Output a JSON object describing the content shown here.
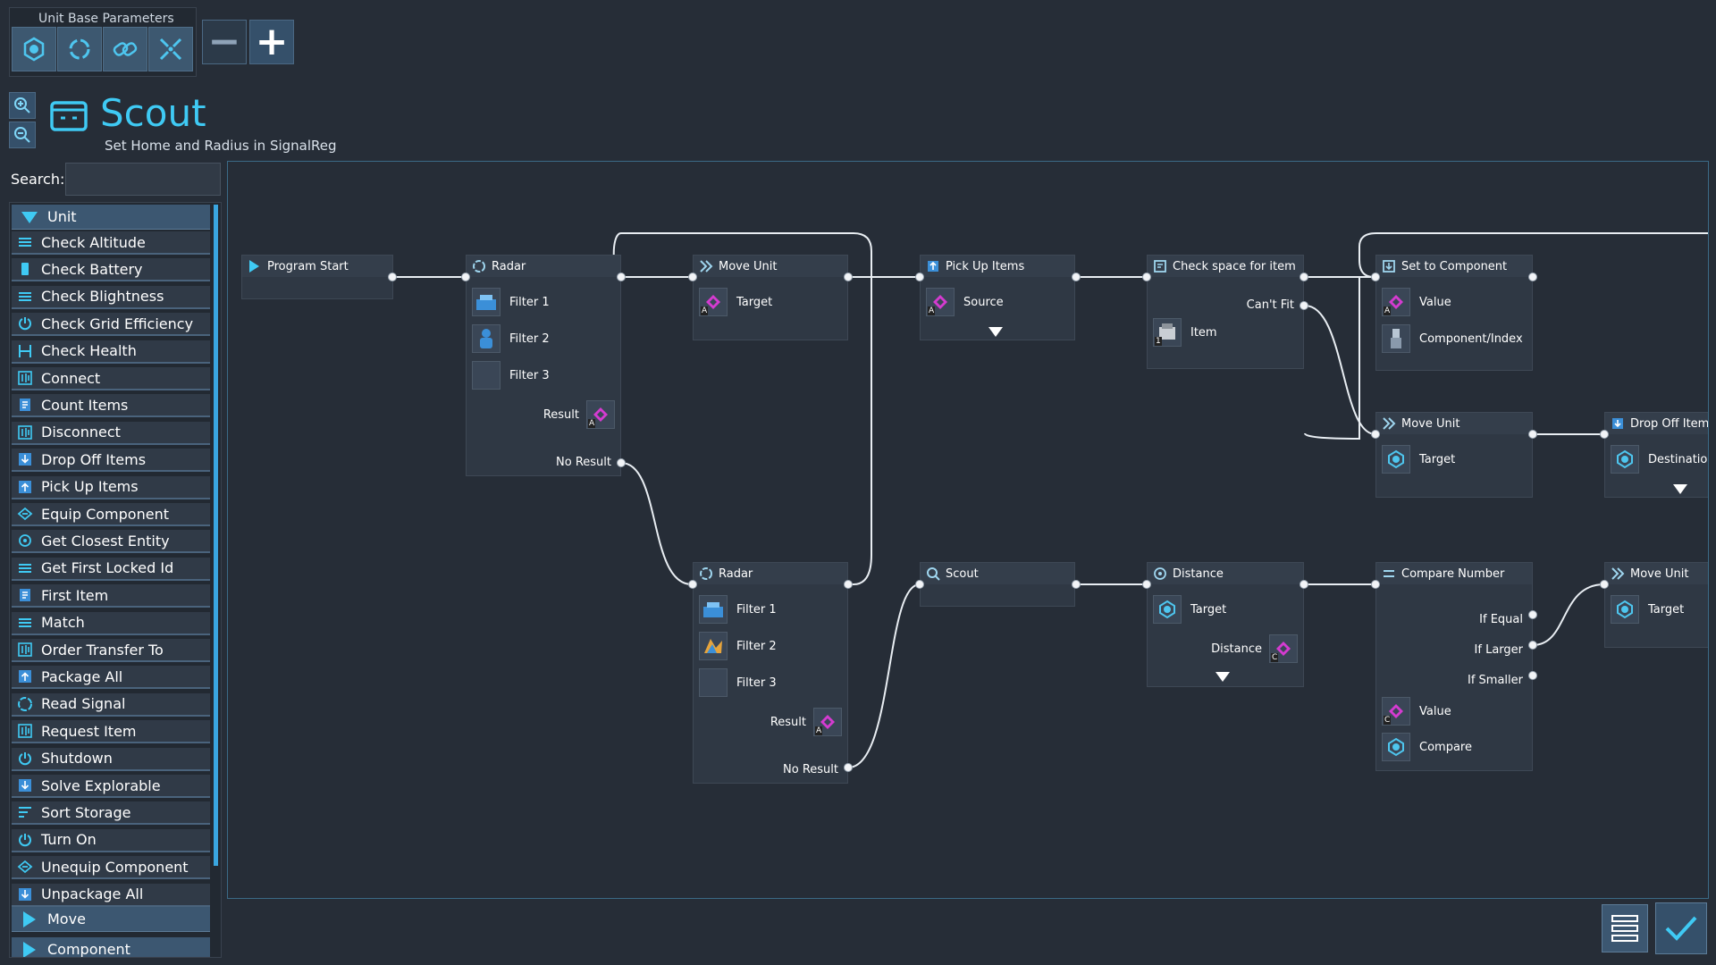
{
  "toolbar": {
    "label": "Unit Base Parameters",
    "icons": [
      "unit-icon",
      "refresh-icon",
      "link-icon",
      "shrink-icon"
    ],
    "minus_label": "−",
    "plus_label": "+"
  },
  "program": {
    "title": "Scout",
    "subtitle": "Set Home and Radius in SignalReg"
  },
  "search": {
    "label": "Search:",
    "value": ""
  },
  "sidebar": {
    "category_unit": "Unit",
    "category_move": "Move",
    "category_next": "Component",
    "items": [
      {
        "label": "Check Altitude",
        "icon": "lines-icon"
      },
      {
        "label": "Check Battery",
        "icon": "battery-icon"
      },
      {
        "label": "Check Blightness",
        "icon": "lines-icon"
      },
      {
        "label": "Check Grid Efficiency",
        "icon": "power-icon"
      },
      {
        "label": "Check Health",
        "icon": "health-icon"
      },
      {
        "label": "Connect",
        "icon": "connect-icon"
      },
      {
        "label": "Count Items",
        "icon": "count-icon"
      },
      {
        "label": "Disconnect",
        "icon": "connect-icon"
      },
      {
        "label": "Drop Off Items",
        "icon": "drop-icon"
      },
      {
        "label": "Pick Up Items",
        "icon": "pickup-icon"
      },
      {
        "label": "Equip Component",
        "icon": "equip-icon"
      },
      {
        "label": "Get Closest Entity",
        "icon": "closest-icon"
      },
      {
        "label": "Get First Locked Id",
        "icon": "lines-icon"
      },
      {
        "label": "First Item",
        "icon": "count-icon"
      },
      {
        "label": "Match",
        "icon": "lines-icon"
      },
      {
        "label": "Order Transfer To",
        "icon": "connect-icon"
      },
      {
        "label": "Package All",
        "icon": "pickup-icon"
      },
      {
        "label": "Read Signal",
        "icon": "radar-icon"
      },
      {
        "label": "Request Item",
        "icon": "connect-icon"
      },
      {
        "label": "Shutdown",
        "icon": "power-icon"
      },
      {
        "label": "Solve Explorable",
        "icon": "drop-icon"
      },
      {
        "label": "Sort Storage",
        "icon": "sort-icon"
      },
      {
        "label": "Turn On",
        "icon": "power-icon"
      },
      {
        "label": "Unequip Component",
        "icon": "equip-icon"
      },
      {
        "label": "Unpackage All",
        "icon": "drop-icon"
      }
    ]
  },
  "nodes": {
    "program_start": {
      "title": "Program Start"
    },
    "radar1": {
      "title": "Radar",
      "filter1": "Filter 1",
      "filter2": "Filter 2",
      "filter3": "Filter 3",
      "result": "Result",
      "result_reg": "A",
      "no_result": "No Result"
    },
    "move_unit1": {
      "title": "Move Unit",
      "target": "Target",
      "target_reg": "A"
    },
    "pick_up": {
      "title": "Pick Up Items",
      "source": "Source",
      "source_reg": "A"
    },
    "check_space": {
      "title": "Check space for item",
      "cant_fit": "Can't Fit",
      "item": "Item",
      "item_reg": "1"
    },
    "set_component": {
      "title": "Set to Component",
      "value": "Value",
      "value_reg": "A",
      "component": "Component/Index"
    },
    "move_unit2": {
      "title": "Move Unit",
      "target": "Target"
    },
    "drop_off": {
      "title": "Drop Off Item",
      "destination": "Destinatio"
    },
    "radar2": {
      "title": "Radar",
      "filter1": "Filter 1",
      "filter2": "Filter 2",
      "filter3": "Filter 3",
      "result": "Result",
      "result_reg": "A",
      "no_result": "No Result"
    },
    "scout": {
      "title": "Scout"
    },
    "distance": {
      "title": "Distance",
      "target": "Target",
      "distance": "Distance",
      "distance_reg": "C"
    },
    "compare": {
      "title": "Compare Number",
      "if_equal": "If Equal",
      "if_larger": "If Larger",
      "if_smaller": "If Smaller",
      "value": "Value",
      "value_reg": "C",
      "compare": "Compare"
    },
    "move_unit3": {
      "title": "Move Unit",
      "target": "Target"
    }
  },
  "colors": {
    "accent": "#3fcaf4",
    "background": "#262d37",
    "node": "#2f3844",
    "register_diamond": "#d43bd0",
    "button": "#3c5771"
  }
}
